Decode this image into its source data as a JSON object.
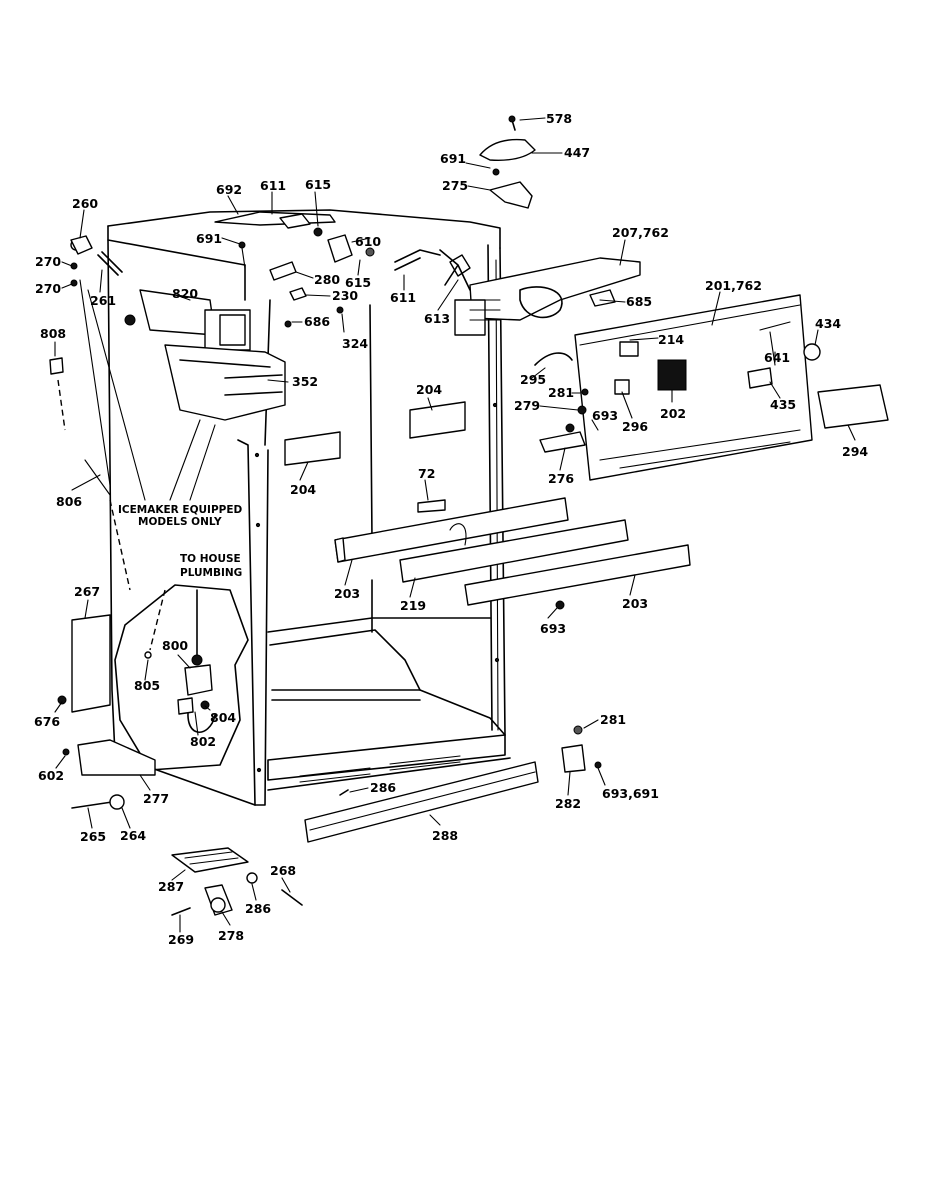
{
  "labels": {
    "p578": "578",
    "p447": "447",
    "p691a": "691",
    "p275": "275",
    "p692": "692",
    "p611a": "611",
    "p615a": "615",
    "p610": "610",
    "p691b": "691",
    "p280": "280",
    "p615b": "615",
    "p611b": "611",
    "p230": "230",
    "p613": "613",
    "p207_762": "207,762",
    "p685": "685",
    "p201_762": "201,762",
    "p260": "260",
    "p270a": "270",
    "p270b": "270",
    "p261": "261",
    "p820": "820",
    "p686": "686",
    "p324": "324",
    "p808": "808",
    "p352": "352",
    "p214": "214",
    "p434": "434",
    "p641": "641",
    "p295": "295",
    "p281a": "281",
    "p435": "435",
    "p279": "279",
    "p693a": "693",
    "p296": "296",
    "p202": "202",
    "p294": "294",
    "p204a": "204",
    "p204b": "204",
    "p276": "276",
    "p806": "806",
    "p72": "72",
    "p203a": "203",
    "p219": "219",
    "p203b": "203",
    "p693b": "693",
    "p267": "267",
    "p800": "800",
    "p805": "805",
    "p804": "804",
    "p802": "802",
    "p676": "676",
    "p281b": "281",
    "p602": "602",
    "p277": "277",
    "p286a": "286",
    "p282": "282",
    "p693_691": "693,691",
    "p265": "265",
    "p264": "264",
    "p288": "288",
    "p287": "287",
    "p268": "268",
    "p286b": "286",
    "p269": "269",
    "p278": "278"
  },
  "notes": {
    "icemaker_line1": "ICEMAKER EQUIPPED",
    "icemaker_line2": "MODELS ONLY",
    "plumbing_line1": "TO HOUSE",
    "plumbing_line2": "PLUMBING"
  }
}
